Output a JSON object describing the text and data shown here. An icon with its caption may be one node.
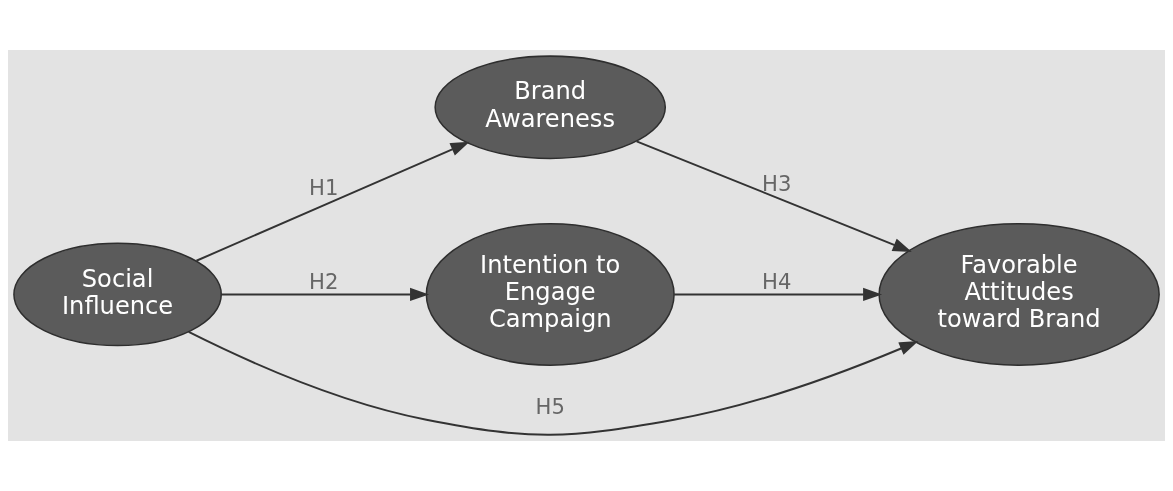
{
  "diagram": {
    "nodes": [
      {
        "text": [
          "Social Influence"
        ]
      },
      {
        "text": [
          "Brand Awareness"
        ]
      },
      {
        "text": [
          "Intention to Engage Campaign"
        ]
      },
      {
        "text": [
          "Favorable Attitudes toward Brand"
        ]
      }
    ],
    "edges": [
      {
        "from": 0,
        "to": 1,
        "arrow": "to",
        "label": "H1"
      },
      {
        "from": 0,
        "to": 2,
        "arrow": "to",
        "label": "H2"
      },
      {
        "from": 1,
        "to": 3,
        "arrow": "to",
        "label": "H3"
      },
      {
        "from": 2,
        "to": 3,
        "arrow": "to",
        "label": "H4"
      },
      {
        "from": 0,
        "to": 3,
        "arrow": "to",
        "label": "H5"
      }
    ]
  }
}
